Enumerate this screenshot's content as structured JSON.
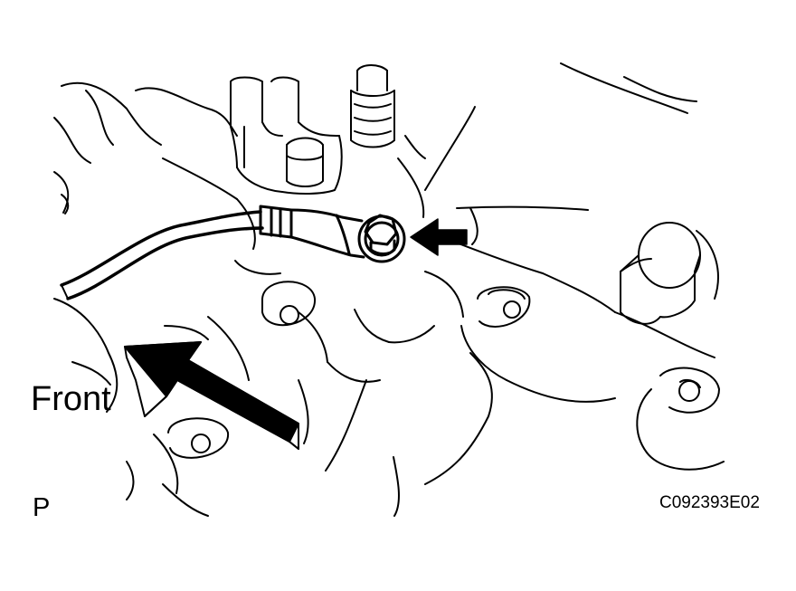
{
  "diagram": {
    "front_label": "Front",
    "view_letter": "P",
    "figure_code": "C092393E02"
  },
  "colors": {
    "ink": "#000000",
    "paper": "#ffffff"
  },
  "icons": {
    "direction_arrow": "front-direction-arrow-icon",
    "pointer_arrow": "bolt-pointer-arrow-icon"
  }
}
